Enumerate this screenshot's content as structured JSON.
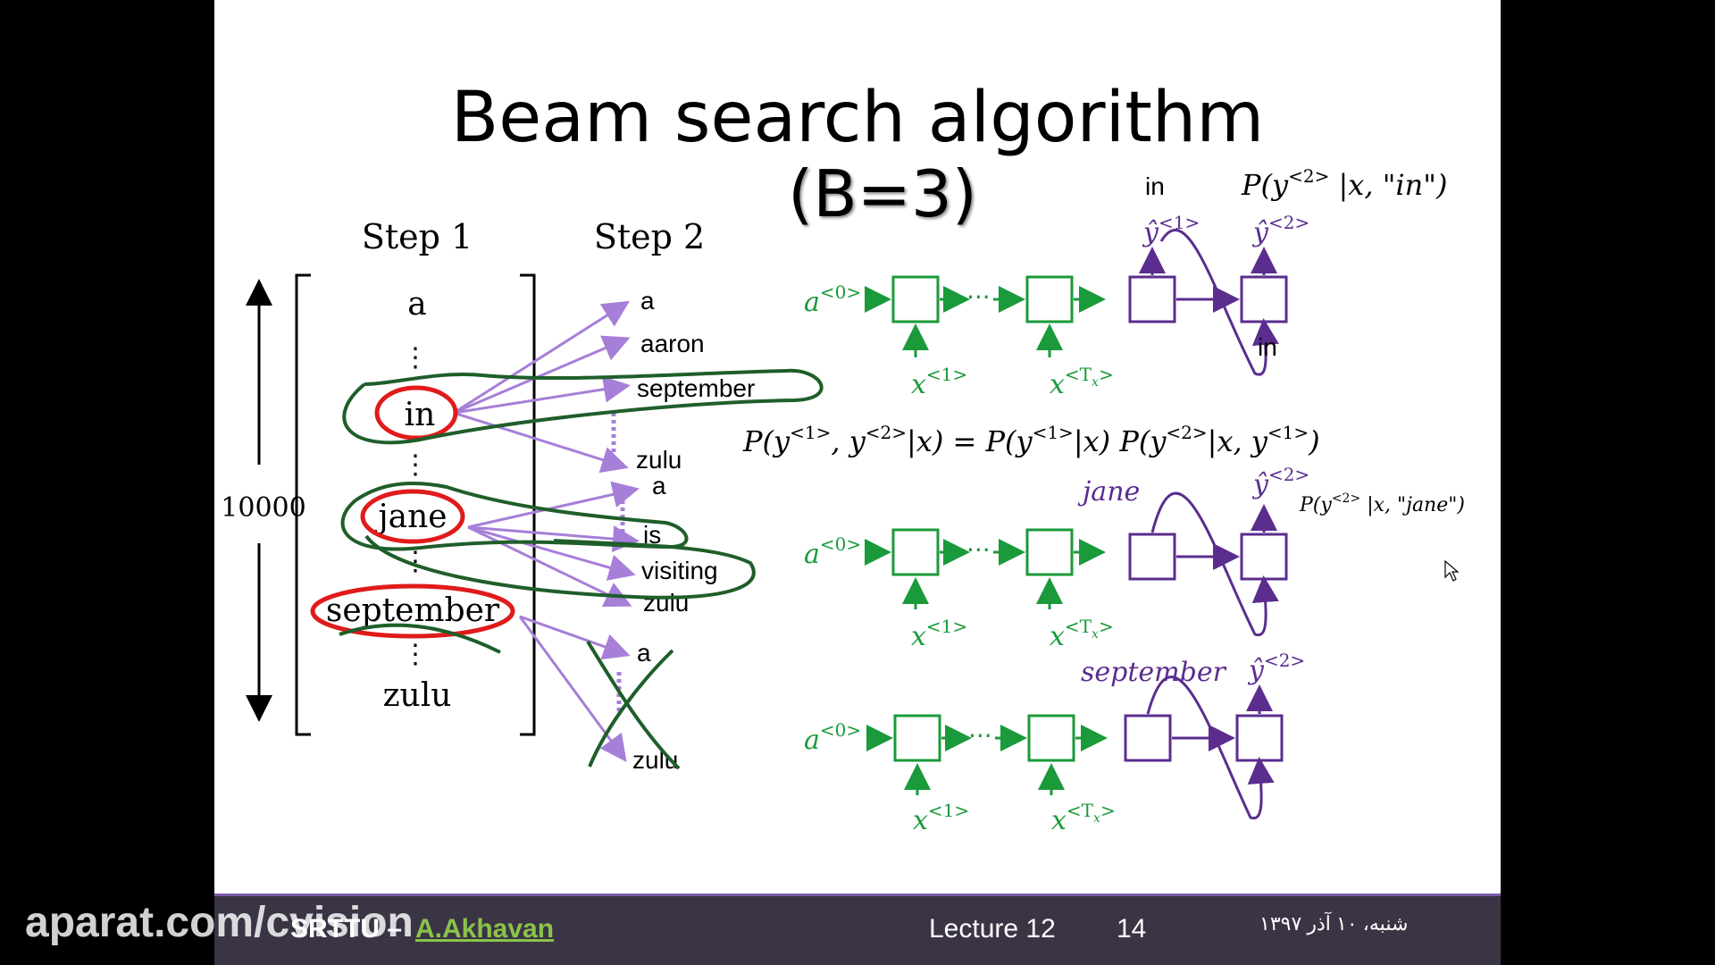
{
  "slide": {
    "title": "Beam search algorithm",
    "subtitle": "(B=3)",
    "step1_label": "Step 1",
    "step2_label": "Step 2",
    "vocab_size": "10000",
    "step1_words": [
      "a",
      "in",
      "jane",
      "september",
      "zulu"
    ],
    "step2_groups": [
      {
        "from": "in",
        "words": [
          "a",
          "aaron",
          "september",
          "zulu"
        ]
      },
      {
        "from": "jane",
        "words": [
          "a",
          "is",
          "visiting",
          "zulu"
        ]
      },
      {
        "from": "september",
        "words": [
          "a",
          "zulu"
        ]
      }
    ],
    "rnn": {
      "a0": "a",
      "a0_sup": "<0>",
      "x1": "x",
      "x1_sup": "<1>",
      "xt": "x",
      "xt_sup": "<T",
      "xt_sub": "x",
      "xt_close": ">",
      "yhat": "ŷ",
      "yhat1_sup": "<1>",
      "yhat2_sup": "<2>",
      "ellipsis": "···"
    },
    "row1": {
      "label_top": "in",
      "label_in": "in",
      "prob": "P(y<2> |x, \"in\")"
    },
    "row2": {
      "label": "jane",
      "prob": "P(y<2> |x, \"jane\")"
    },
    "row3": {
      "label": "september"
    },
    "equation": "P(y<1>, y<2>|x) = P(y<1>|x) P(y<2>|x, y<1>)"
  },
  "footer": {
    "org": "SRTTU –",
    "author": "A.Akhavan",
    "lecture": "Lecture 12",
    "page": "14",
    "date": "شنبه، ۱۰ آذر ۱۳۹۷"
  },
  "watermark": "aparat.com/cvision",
  "colors": {
    "green": "#1a9a3a",
    "purple": "#5b2d8e",
    "light_purple": "#a67fd8",
    "red_ink": "#e01b1b",
    "green_ink": "#1f5e2a",
    "footer_bg": "#3a3444"
  }
}
